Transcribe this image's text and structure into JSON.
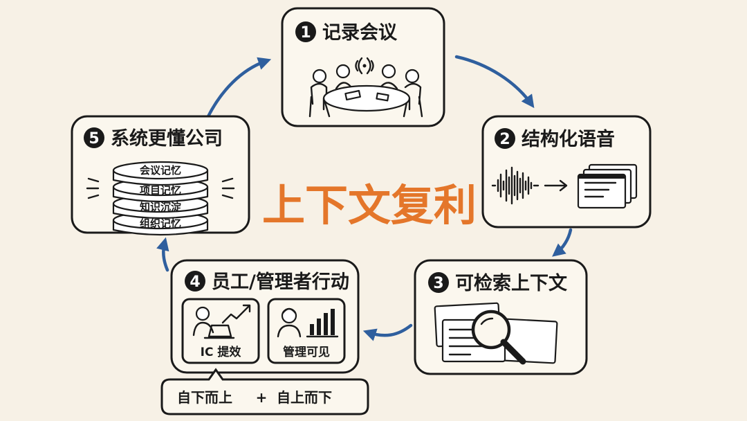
{
  "center_title": "上下文复利",
  "steps": [
    {
      "num": "1",
      "title": "记录会议",
      "icon": "meeting-table-icon"
    },
    {
      "num": "2",
      "title": "结构化语音",
      "icon": "waveform-to-cards-icon"
    },
    {
      "num": "3",
      "title": "可检索上下文",
      "icon": "magnifier-documents-icon"
    },
    {
      "num": "4",
      "title": "员工/管理者行动",
      "icon": "employee-manager-icon",
      "sub_panels": [
        {
          "label": "IC 提效",
          "icon": "laptop-growth-icon"
        },
        {
          "label": "管理可见",
          "icon": "manager-bar-chart-icon"
        }
      ]
    },
    {
      "num": "5",
      "title": "系统更懂公司",
      "icon": "memory-stack-icon",
      "stack_layers": [
        "会议记忆",
        "项目记忆",
        "知识沉淀",
        "组织记忆"
      ]
    }
  ],
  "footer_note": {
    "left": "自下而上",
    "plus": "+",
    "right": "自上而下"
  },
  "colors": {
    "accent_orange": "#e4762a",
    "arrow_blue": "#2f5f9e",
    "background": "#f7f1e6",
    "ink": "#1a1a1a"
  }
}
